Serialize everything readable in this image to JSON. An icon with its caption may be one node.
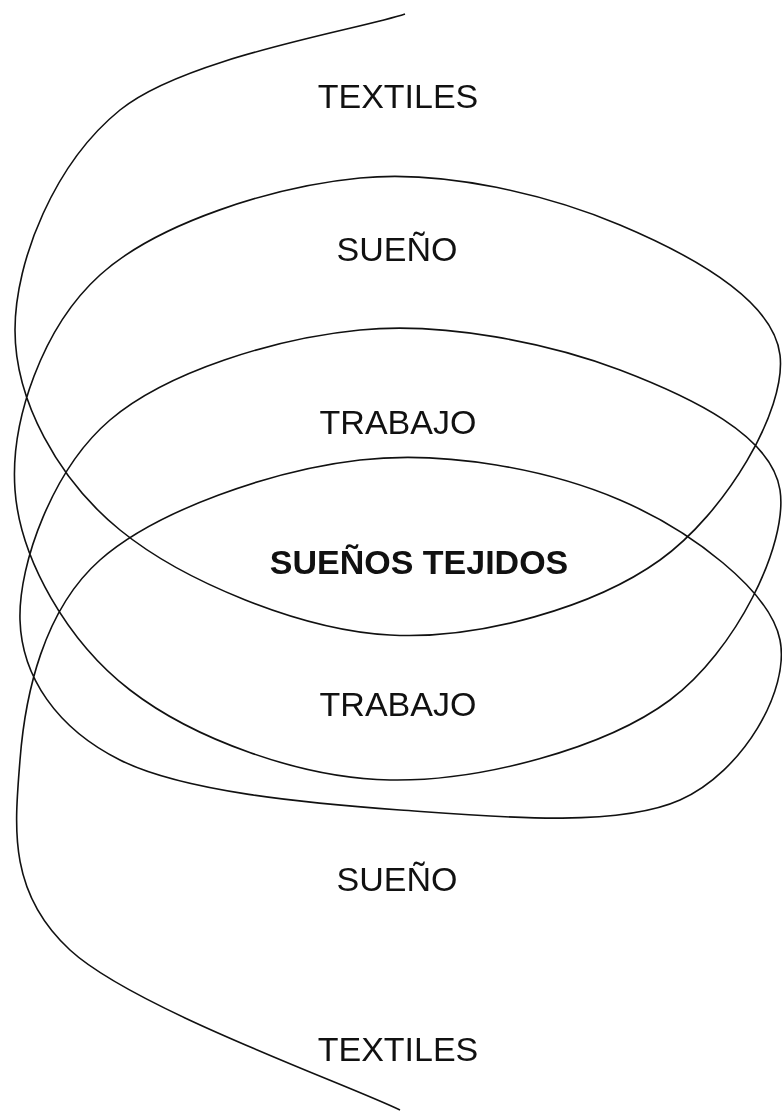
{
  "diagram": {
    "labels": [
      "TEXTILES",
      "SUEÑO",
      "TRABAJO",
      "**SUEÑOS TEJIDOS**",
      "TRABAJO",
      "SUEÑO",
      "TEXTILES"
    ]
  }
}
